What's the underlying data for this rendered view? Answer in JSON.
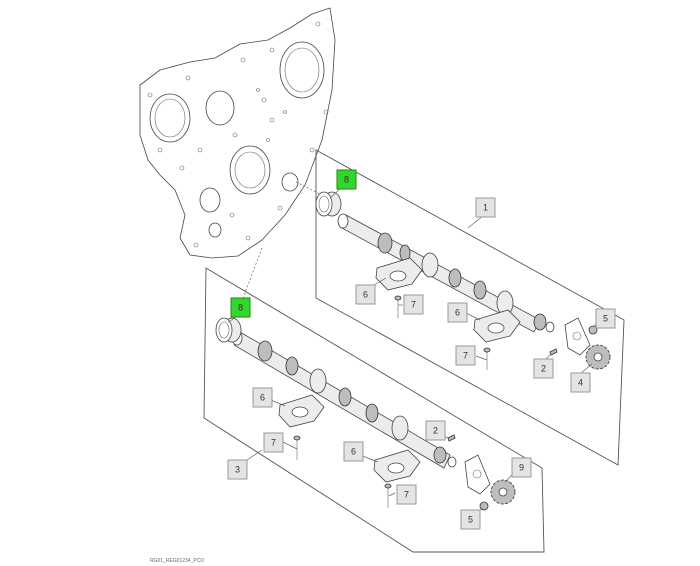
{
  "figure_id": "RG01_REG01234_PCO",
  "callouts": {
    "c1": "1",
    "c2a": "2",
    "c2b": "2",
    "c3": "3",
    "c4": "4",
    "c5a": "5",
    "c5b": "5",
    "c6a": "6",
    "c6b": "6",
    "c6c": "6",
    "c6d": "6",
    "c7a": "7",
    "c7b": "7",
    "c7c": "7",
    "c7d": "7",
    "c8a": "8",
    "c8b": "8",
    "c9": "9"
  },
  "colors": {
    "highlight": "#33d62a",
    "callout_fill": "#e4e4e4"
  }
}
